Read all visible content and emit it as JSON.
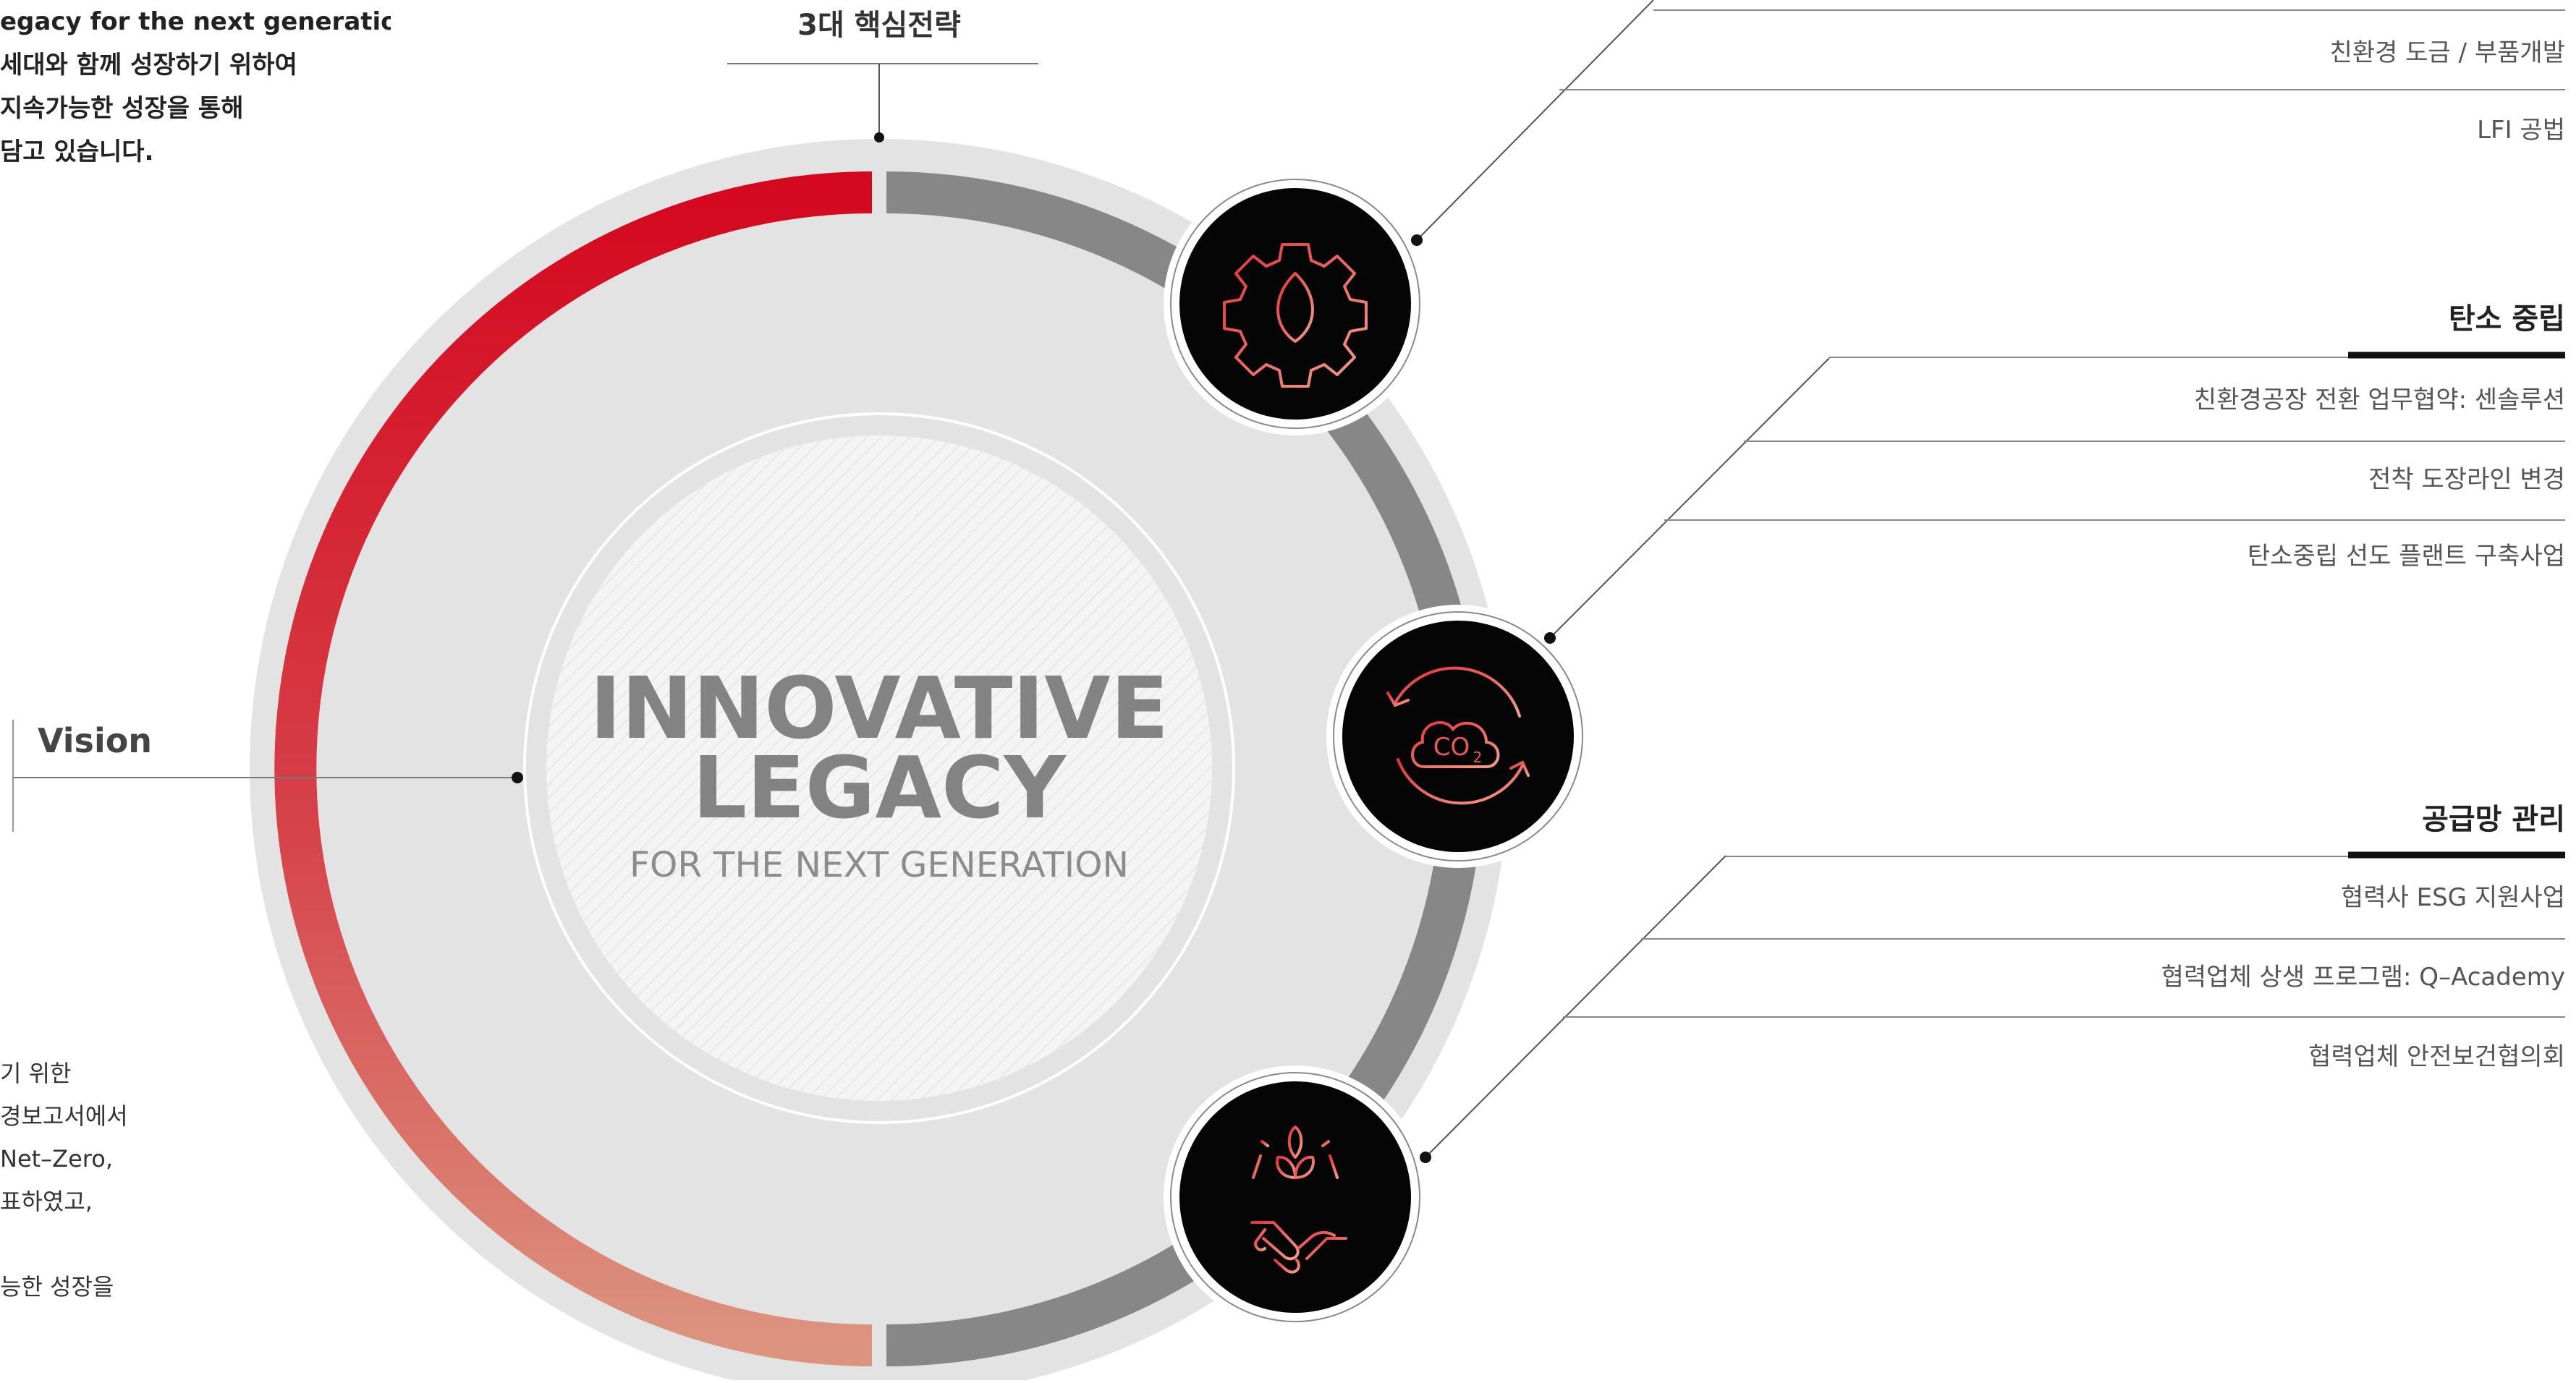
{
  "intro_top": [
    "egacy for the next generation’은",
    "세대와 함께 성장하기 위하여",
    "지속가능한 성장을 통해",
    "담고 있습니다."
  ],
  "intro_bottom": [
    "기 위한",
    "경보고서에서",
    "Net–Zero,",
    "표하였고,",
    "",
    "능한 성장을"
  ],
  "strategy_title": "3대 핵심전략",
  "vision_label": "Vision",
  "center": {
    "line1": "INNOVATIVE",
    "line2": "LEGACY",
    "sub": "FOR THE NEXT GENERATION"
  },
  "icons": {
    "eco": "gear-leaf-icon",
    "carbon": "co2-cloud-icon",
    "supply": "handshake-sprout-icon"
  },
  "co2_text": "CO",
  "co2_sub": "2",
  "sections": [
    {
      "title": "",
      "items": [
        "친환경 도금 / 부품개발",
        "LFI 공법"
      ]
    },
    {
      "title": "탄소 중립",
      "items": [
        "친환경공장 전환 업무협약: 센솔루션",
        "전착 도장라인 변경",
        "탄소중립 선도 플랜트 구축사업"
      ]
    },
    {
      "title": "공급망 관리",
      "items": [
        "협력사 ESG 지원사업",
        "협력업체 상생 프로그램: Q–Academy",
        "협력업체 안전보건협의회"
      ]
    }
  ],
  "colors": {
    "red_start": "#d4081f",
    "red_end": "#dc9480",
    "gray_ring": "#878787",
    "light_disc": "#e3e3e3",
    "icon_bg": "#050505"
  }
}
